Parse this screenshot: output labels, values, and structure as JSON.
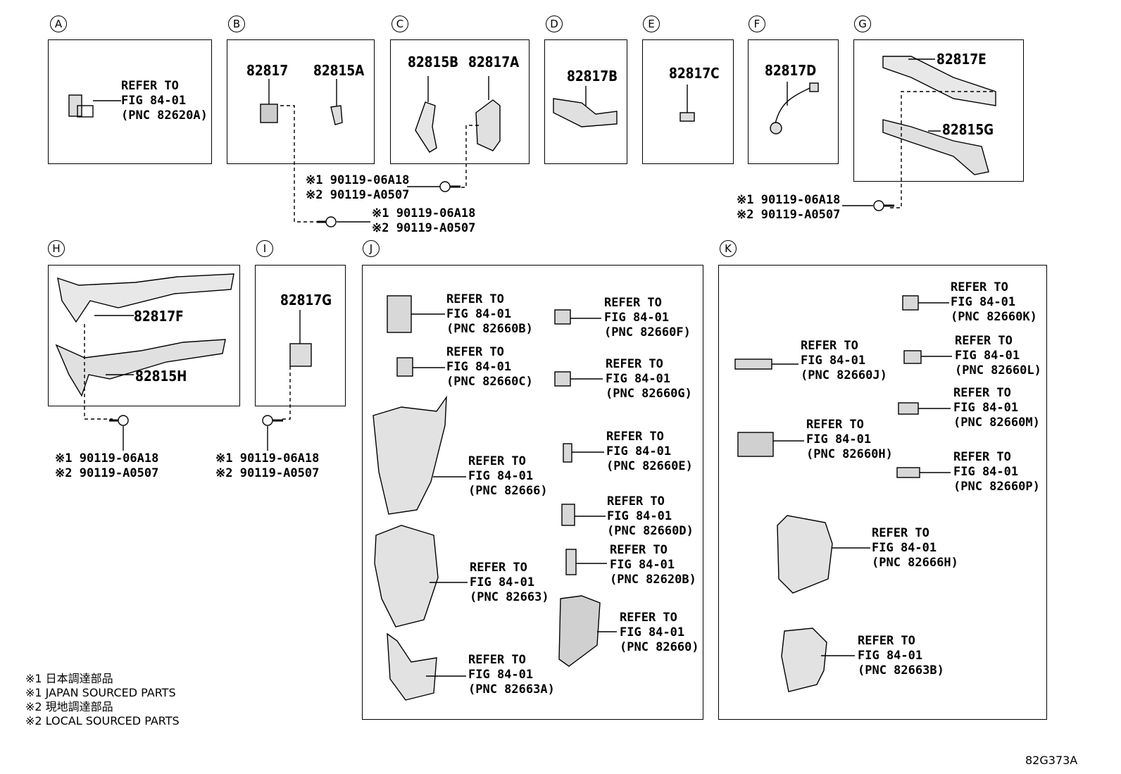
{
  "sections": {
    "A": {
      "letter": "A",
      "ref": [
        "REFER TO",
        "FIG 84-01",
        "(PNC 82620A)"
      ]
    },
    "B": {
      "letter": "B",
      "parts": [
        "82817",
        "82815A"
      ]
    },
    "C": {
      "letter": "C",
      "parts": [
        "82815B",
        "82817A"
      ]
    },
    "D": {
      "letter": "D",
      "parts": [
        "82817B"
      ]
    },
    "E": {
      "letter": "E",
      "parts": [
        "82817C"
      ]
    },
    "F": {
      "letter": "F",
      "parts": [
        "82817D"
      ]
    },
    "G": {
      "letter": "G",
      "parts": [
        "82817E",
        "82815G"
      ]
    },
    "H": {
      "letter": "H",
      "parts": [
        "82817F",
        "82815H"
      ]
    },
    "I": {
      "letter": "I",
      "parts": [
        "82817G"
      ]
    },
    "J": {
      "letter": "J"
    },
    "K": {
      "letter": "K"
    }
  },
  "bolts": {
    "line1": "※1 90119-06A18",
    "line2": "※2 90119-A0507"
  },
  "refs_j": [
    {
      "l1": "REFER TO",
      "l2": "FIG 84-01",
      "l3": "(PNC 82660B)"
    },
    {
      "l1": "REFER TO",
      "l2": "FIG 84-01",
      "l3": "(PNC 82660C)"
    },
    {
      "l1": "REFER TO",
      "l2": "FIG 84-01",
      "l3": "(PNC 82666)"
    },
    {
      "l1": "REFER TO",
      "l2": "FIG 84-01",
      "l3": "(PNC 82663)"
    },
    {
      "l1": "REFER TO",
      "l2": "FIG 84-01",
      "l3": "(PNC 82663A)"
    },
    {
      "l1": "REFER TO",
      "l2": "FIG 84-01",
      "l3": "(PNC 82660F)"
    },
    {
      "l1": "REFER TO",
      "l2": "FIG 84-01",
      "l3": "(PNC 82660G)"
    },
    {
      "l1": "REFER TO",
      "l2": "FIG 84-01",
      "l3": "(PNC 82660E)"
    },
    {
      "l1": "REFER TO",
      "l2": "FIG 84-01",
      "l3": "(PNC 82660D)"
    },
    {
      "l1": "REFER TO",
      "l2": "FIG 84-01",
      "l3": "(PNC 82620B)"
    },
    {
      "l1": "REFER TO",
      "l2": "FIG 84-01",
      "l3": "(PNC 82660)"
    }
  ],
  "refs_k": [
    {
      "l1": "REFER TO",
      "l2": "FIG 84-01",
      "l3": "(PNC 82660K)"
    },
    {
      "l1": "REFER TO",
      "l2": "FIG 84-01",
      "l3": "(PNC 82660L)"
    },
    {
      "l1": "REFER TO",
      "l2": "FIG 84-01",
      "l3": "(PNC 82660M)"
    },
    {
      "l1": "REFER TO",
      "l2": "FIG 84-01",
      "l3": "(PNC 82660P)"
    },
    {
      "l1": "REFER TO",
      "l2": "FIG 84-01",
      "l3": "(PNC 82660J)"
    },
    {
      "l1": "REFER TO",
      "l2": "FIG 84-01",
      "l3": "(PNC 82660H)"
    },
    {
      "l1": "REFER TO",
      "l2": "FIG 84-01",
      "l3": "(PNC 82666H)"
    },
    {
      "l1": "REFER TO",
      "l2": "FIG 84-01",
      "l3": "(PNC 82663B)"
    }
  ],
  "notes": [
    "※1 日本調達部品",
    "※1 JAPAN SOURCED PARTS",
    "※2 現地調達部品",
    "※2 LOCAL SOURCED PARTS"
  ],
  "figure_id": "82G373A"
}
